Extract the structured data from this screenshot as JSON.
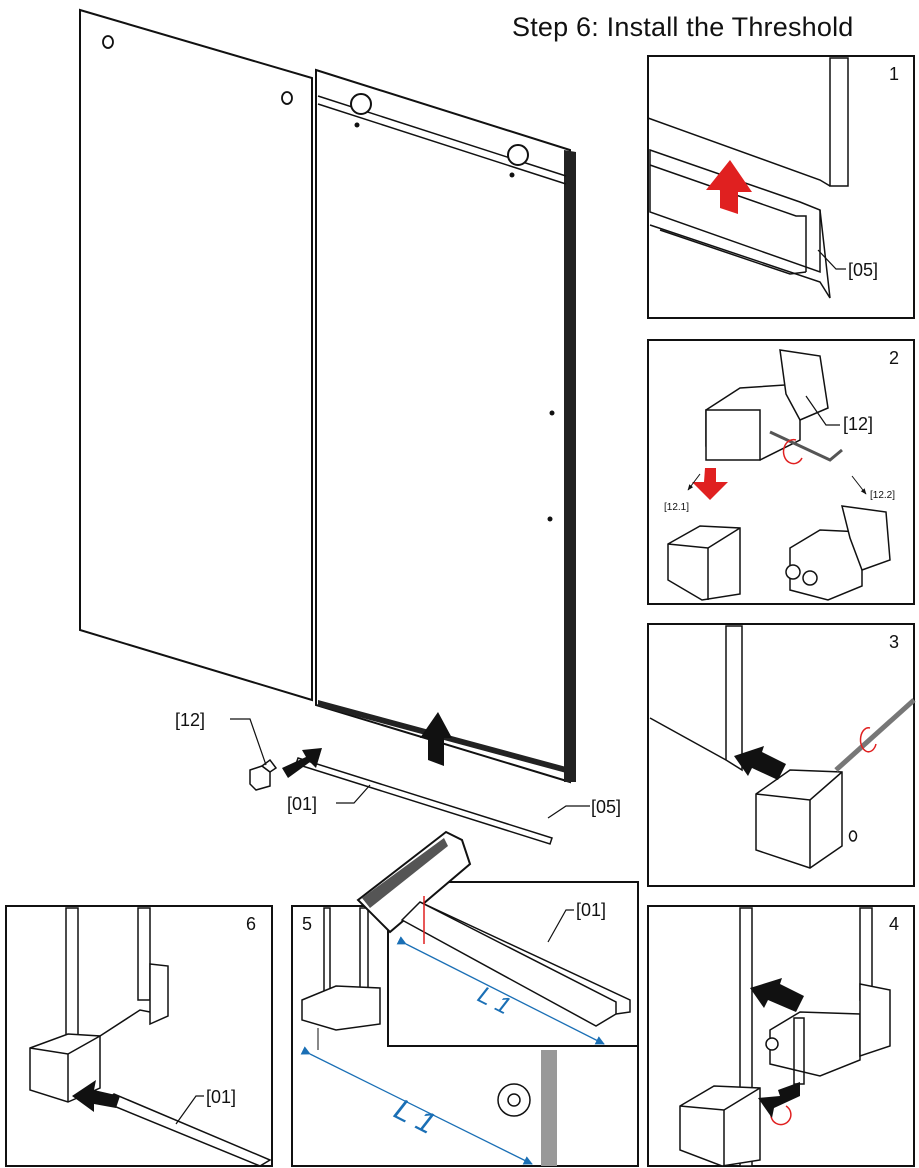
{
  "title": "Step 6: Install the Threshold",
  "colors": {
    "arrow_black": "#111111",
    "arrow_red": "#e02020",
    "dimension_blue": "#1a6fb5"
  },
  "main_labels": {
    "bracket": "[12]",
    "threshold": "[01]",
    "seal": "[05]"
  },
  "panels": [
    {
      "number": "1",
      "labels": [
        "[05]"
      ]
    },
    {
      "number": "2",
      "labels": [
        "[12]",
        "[12.1]",
        "[12.2]"
      ]
    },
    {
      "number": "3",
      "labels": []
    },
    {
      "number": "4",
      "labels": []
    },
    {
      "number": "5",
      "labels": [
        "[01]"
      ],
      "dimension": "L 1"
    },
    {
      "number": "6",
      "labels": [
        "[01]"
      ]
    }
  ]
}
